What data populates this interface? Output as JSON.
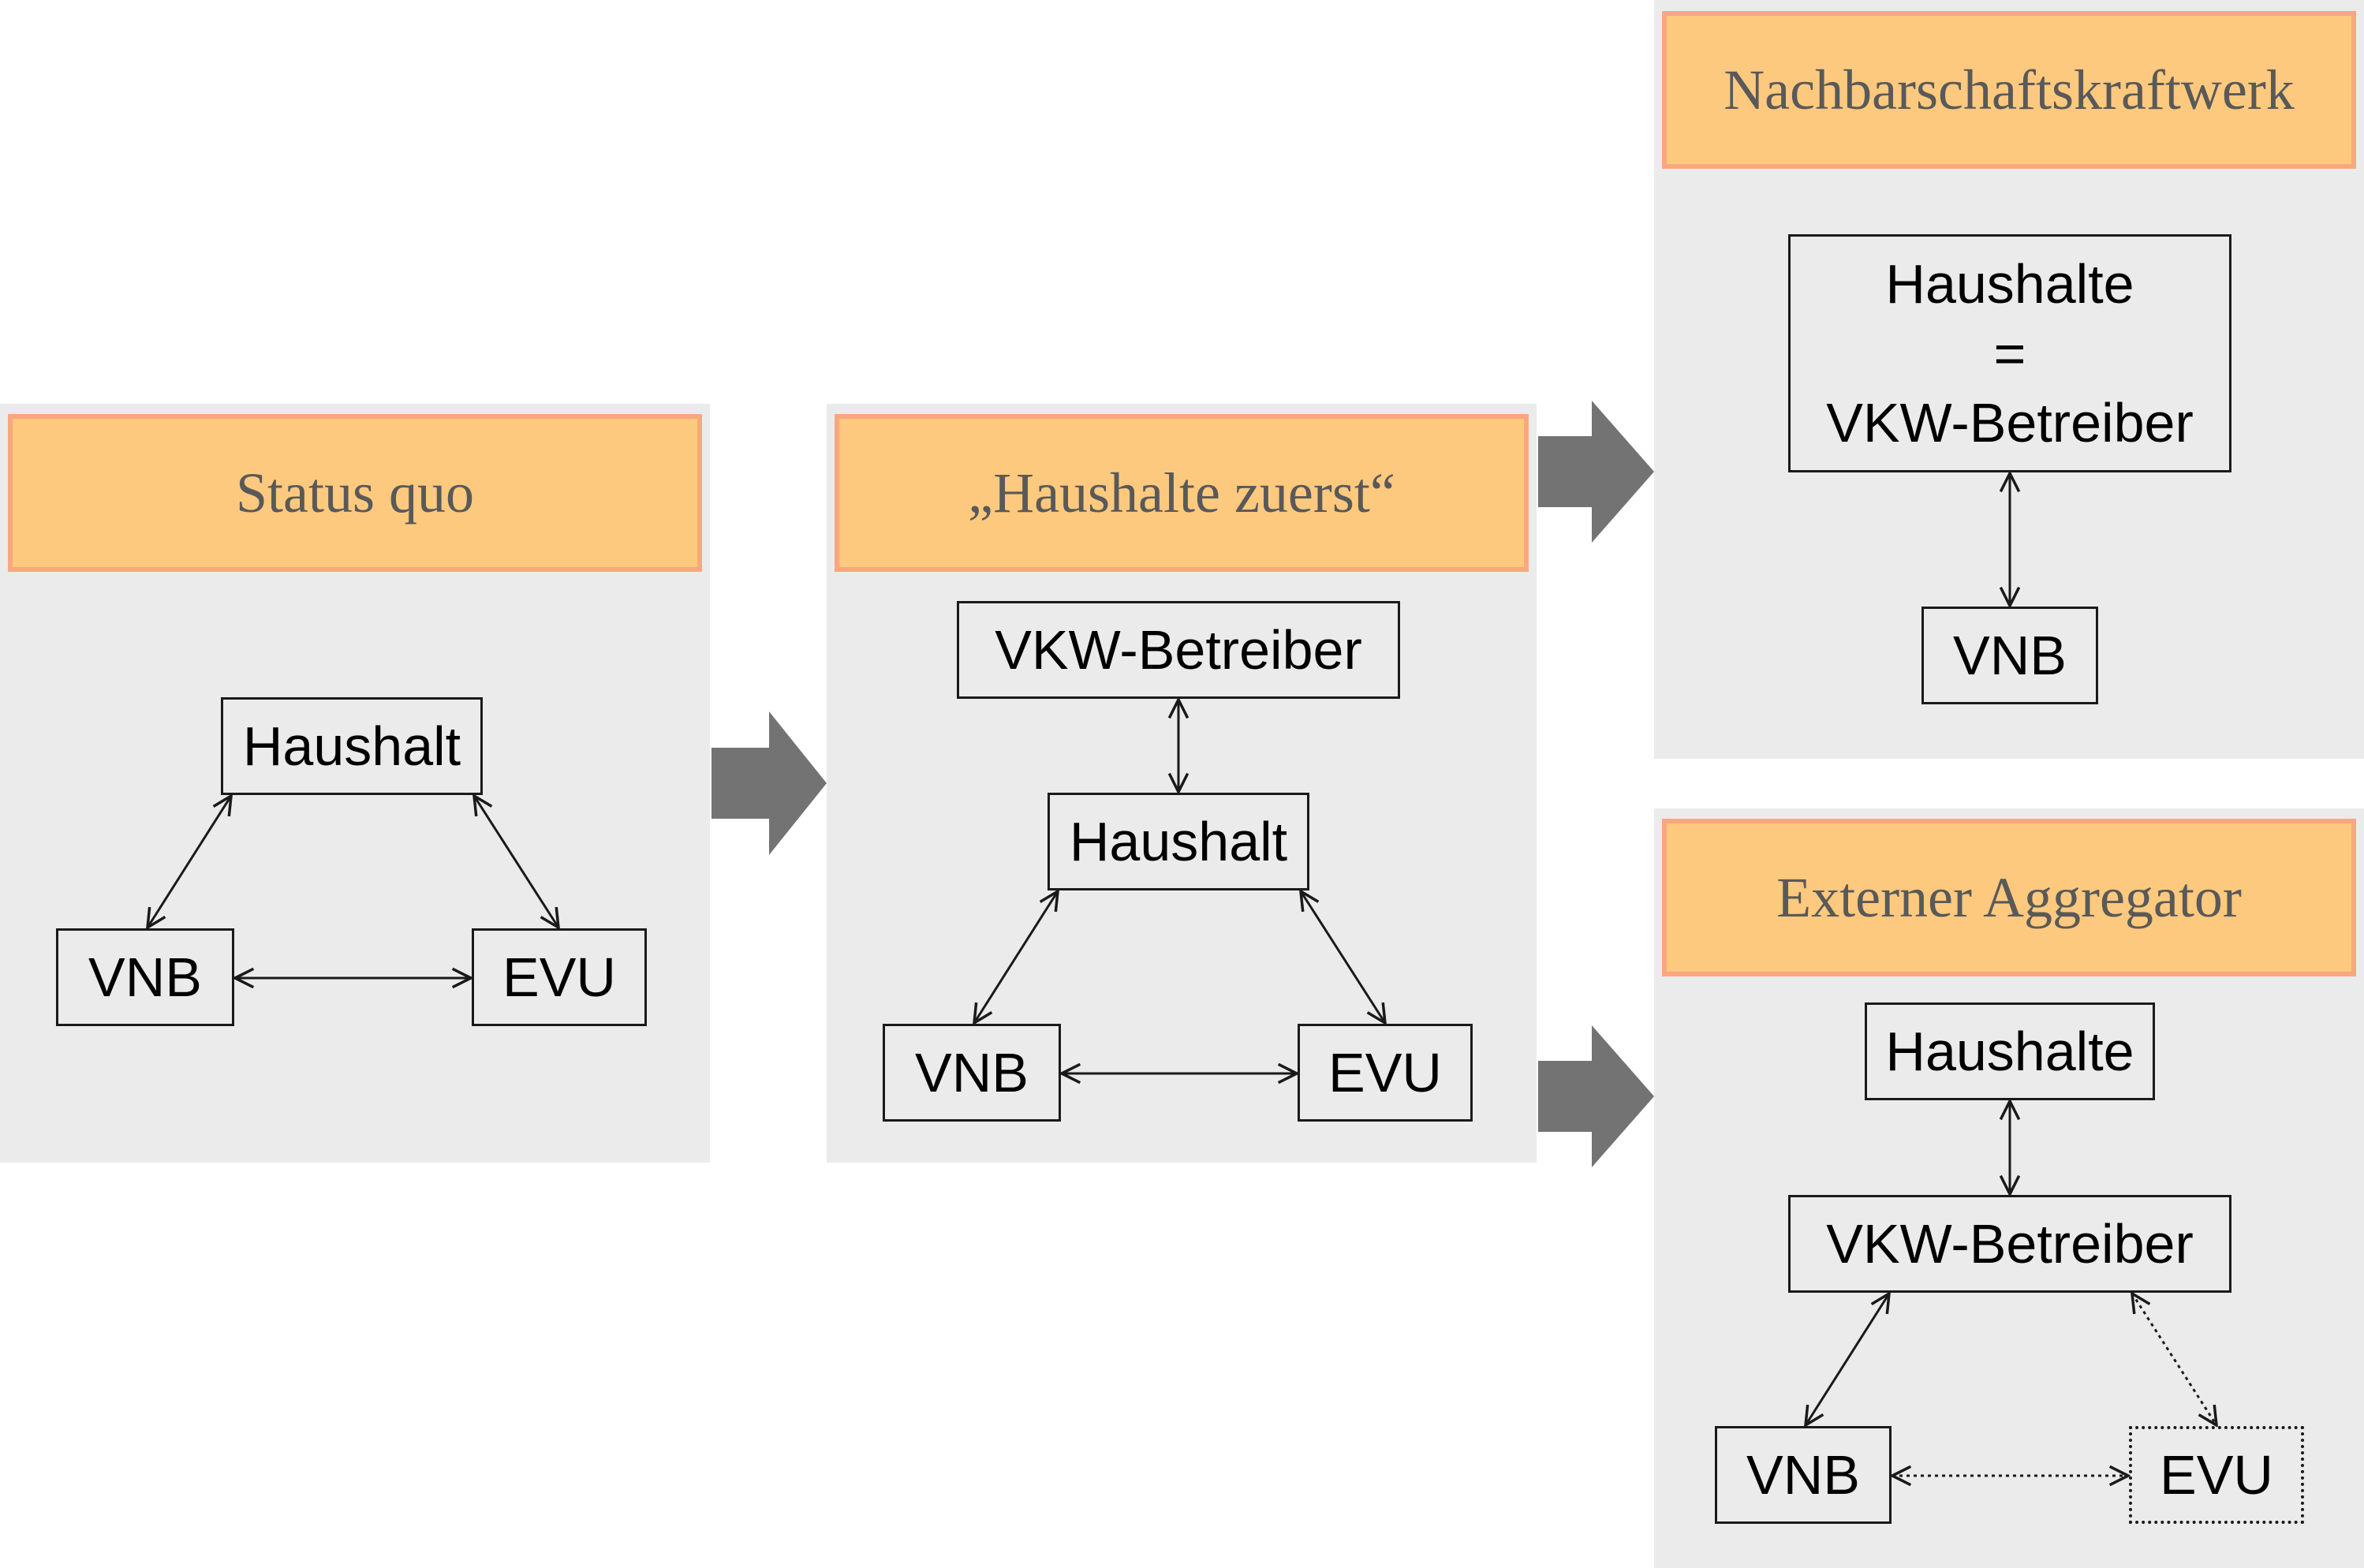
{
  "panels": {
    "status_quo": {
      "title": "Status quo",
      "nodes": {
        "household": "Haushalt",
        "dso": "VNB",
        "utility": "EVU"
      }
    },
    "households_first": {
      "title": "„Haushalte zuerst“",
      "nodes": {
        "operator": "VKW-Betreiber",
        "household": "Haushalt",
        "dso": "VNB",
        "utility": "EVU"
      }
    },
    "neighborhood_plant": {
      "title": "Nachbarschaftskraftwerk",
      "nodes": {
        "line1": "Haushalte",
        "line2": "=",
        "line3": "VKW-Betreiber",
        "dso": "VNB"
      }
    },
    "external_aggregator": {
      "title": "Externer Aggregator",
      "nodes": {
        "households": "Haushalte",
        "operator": "VKW-Betreiber",
        "dso": "VNB",
        "utility": "EVU"
      }
    }
  },
  "colors": {
    "panel_bg": "#ebebeb",
    "header_fill": "#fdc97e",
    "header_border": "#f8a77f",
    "transition_arrow": "#737373",
    "connector": "#1a1a1a"
  }
}
